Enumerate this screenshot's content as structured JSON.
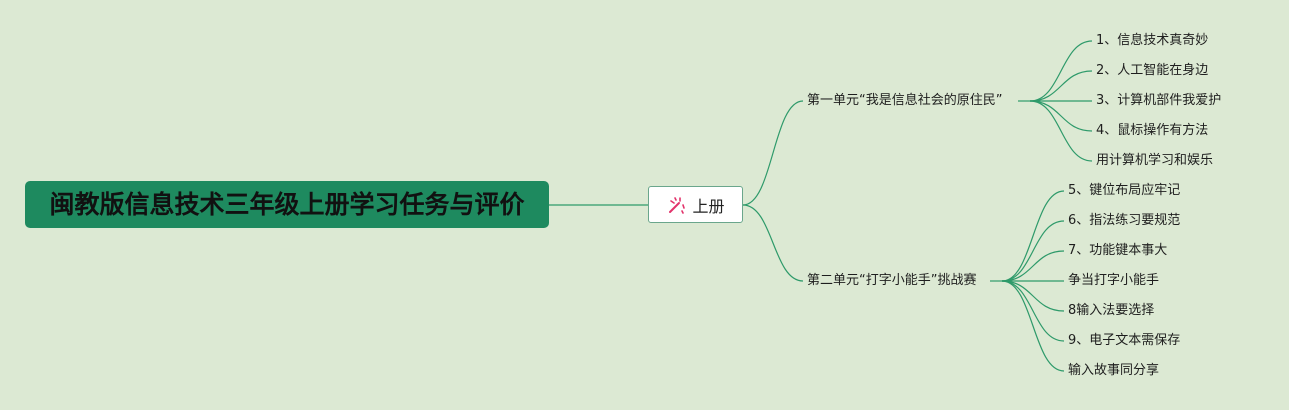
{
  "root": {
    "title": "闽教版信息技术三年级上册学习任务与评价"
  },
  "volume": {
    "label": "上册",
    "icon": "magic-wand-icon"
  },
  "units": [
    {
      "title": "第一单元“我是信息社会的原住民”",
      "lessons": [
        "1、信息技术真奇妙",
        "2、人工智能在身边",
        "3、计算机部件我爱护",
        "4、鼠标操作有方法",
        "用计算机学习和娱乐"
      ]
    },
    {
      "title": "第二单元“打字小能手”挑战赛",
      "lessons": [
        "5、键位布局应牢记",
        "6、指法练习要规范",
        "7、功能键本事大",
        "争当打字小能手",
        "8输入法要选择",
        "9、电子文本需保存",
        "输入故事同分享"
      ]
    }
  ],
  "colors": {
    "background": "#dce9d3",
    "root_fill": "#1e8a5f",
    "connector": "#2e9a6a",
    "icon": "#e2336b"
  }
}
